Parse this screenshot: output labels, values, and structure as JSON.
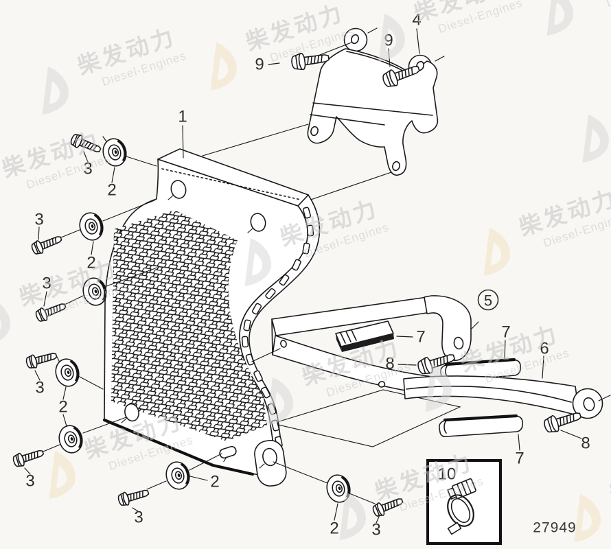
{
  "diagram": {
    "part_number": "27949",
    "callouts": {
      "c1": "1",
      "c2": "2",
      "c3": "3",
      "c4": "4",
      "c5": "5",
      "c6": "6",
      "c7": "7",
      "c8": "8",
      "c9": "9",
      "c10": "10"
    }
  },
  "watermark": {
    "cn": "柴发动力",
    "en": "Diesel-Engines"
  },
  "colors": {
    "background": "#f8f7f4",
    "line": "#1a1a1a",
    "label": "#2e2e2e",
    "watermark_gray": "#c5c5c5",
    "watermark_cream": "#f0e3c3"
  }
}
